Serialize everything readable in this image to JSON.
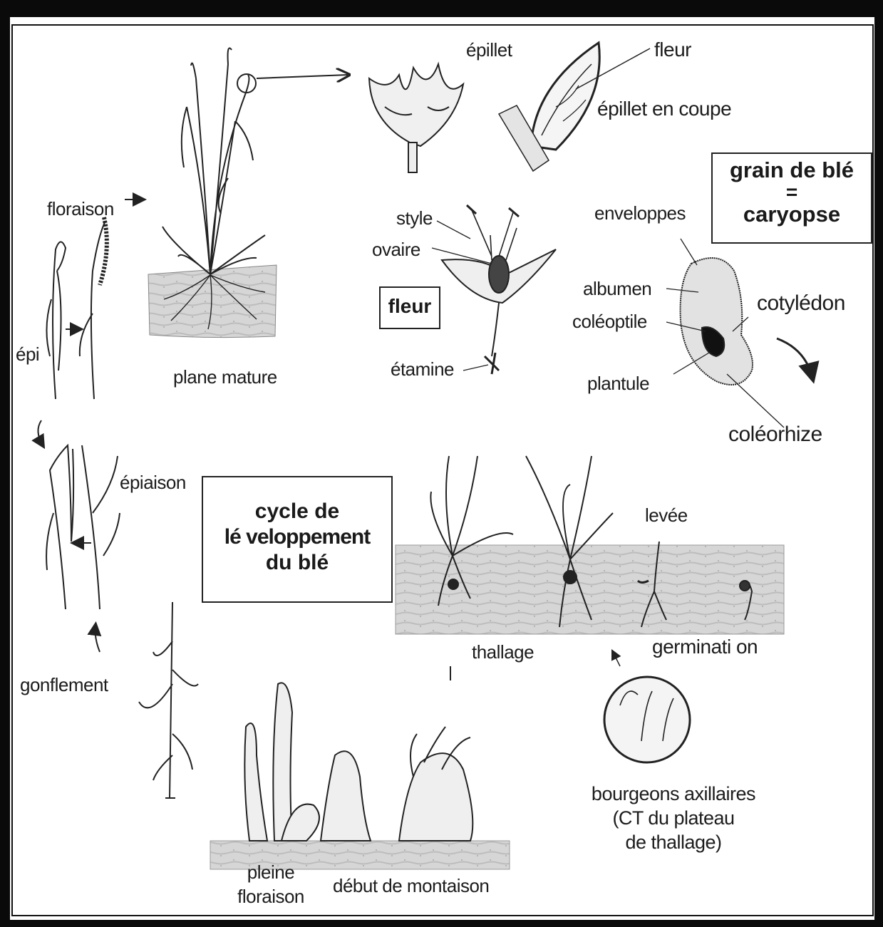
{
  "title": {
    "line1": "cycle de",
    "line2": "lé veloppement",
    "line3": "du blé"
  },
  "grain_box": {
    "line1": "grain de blé",
    "line2": "=",
    "line3": "caryopse"
  },
  "fleur_box": "fleur",
  "labels": {
    "epillet": "épillet",
    "fleur_pointer": "fleur",
    "epillet_coupe": "épillet en coupe",
    "style": "style",
    "ovaire": "ovaire",
    "etamine": "étamine",
    "enveloppes": "enveloppes",
    "albumen": "albumen",
    "coleoptile": "coléoptile",
    "plantule": "plantule",
    "cotyledon": "cotylédon",
    "coleorhize": "coléorhize",
    "floraison": "floraison",
    "plante_mature": "plane mature",
    "epi": "épi",
    "epiaison": "épiaison",
    "gonflement": "gonflement",
    "levee": "levée",
    "thallage": "thallage",
    "germination": "germinati on",
    "bourgeons_line1": "bourgeons axillaires",
    "bourgeons_line2": "(CT du plateau",
    "bourgeons_line3": "de thallage)",
    "pleine_line1": "pleine",
    "pleine_line2": "floraison",
    "debut_montaison": "début de montaison"
  },
  "colors": {
    "frame": "#0a0a0a",
    "ink": "#1c1c1c",
    "soil": "#d4d4d4",
    "grain": "#e3e3e3"
  }
}
